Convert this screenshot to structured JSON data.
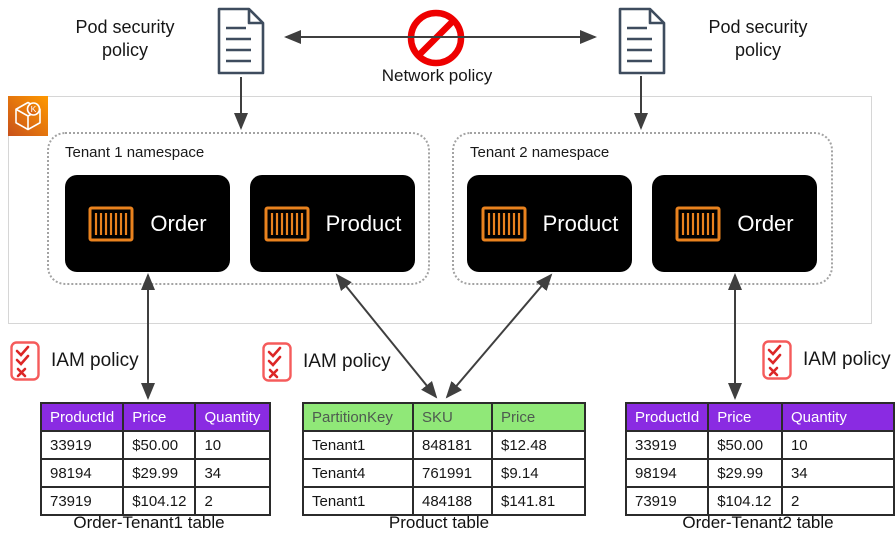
{
  "colors": {
    "aws_orange_dark": "#C8511B",
    "aws_orange_light": "#FF9900",
    "container_orange": "#E9821E",
    "purple_header": "#8A2BE2",
    "green_header": "#90E878",
    "green_header_text": "#4E5B50",
    "prohibit_red": "#EE0000",
    "iam_red": "#F55B5B",
    "iam_mark_red": "#DC2626",
    "arrow_gray": "#3F3F3F",
    "doc_outline": "#3E4C5E"
  },
  "icons": {
    "left_doc": "document-icon",
    "right_doc": "document-icon",
    "center": "no-entry-icon",
    "cluster_badge": "eks-cluster-icon",
    "pod_glyph": "container-icon",
    "iam_glyph": "checklist-icon"
  },
  "top": {
    "pod_policy_left": "Pod security policy",
    "pod_policy_right": "Pod security policy",
    "network_policy": "Network policy"
  },
  "cluster": {
    "namespaces": [
      {
        "label": "Tenant 1 namespace",
        "pods": [
          "Order",
          "Product"
        ]
      },
      {
        "label": "Tenant 2 namespace",
        "pods": [
          "Product",
          "Order"
        ]
      }
    ]
  },
  "iam_policies": [
    {
      "label": "IAM policy"
    },
    {
      "label": "IAM policy"
    },
    {
      "label": "IAM policy"
    }
  ],
  "tables": [
    {
      "caption": "Order-Tenant1 table",
      "header_style": "purple",
      "columns": [
        "ProductId",
        "Price",
        "Quantity"
      ],
      "rows": [
        [
          "33919",
          "$50.00",
          "10"
        ],
        [
          "98194",
          "$29.99",
          "34"
        ],
        [
          "73919",
          "$104.12",
          "2"
        ]
      ]
    },
    {
      "caption": "Product table",
      "header_style": "green",
      "columns": [
        "PartitionKey",
        "SKU",
        "Price"
      ],
      "rows": [
        [
          "Tenant1",
          "848181",
          "$12.48"
        ],
        [
          "Tenant4",
          "761991",
          "$9.14"
        ],
        [
          "Tenant1",
          "484188",
          "$141.81"
        ]
      ]
    },
    {
      "caption": "Order-Tenant2 table",
      "header_style": "purple",
      "columns": [
        "ProductId",
        "Price",
        "Quantity"
      ],
      "rows": [
        [
          "33919",
          "$50.00",
          "10"
        ],
        [
          "98194",
          "$29.99",
          "34"
        ],
        [
          "73919",
          "$104.12",
          "2"
        ]
      ]
    }
  ]
}
